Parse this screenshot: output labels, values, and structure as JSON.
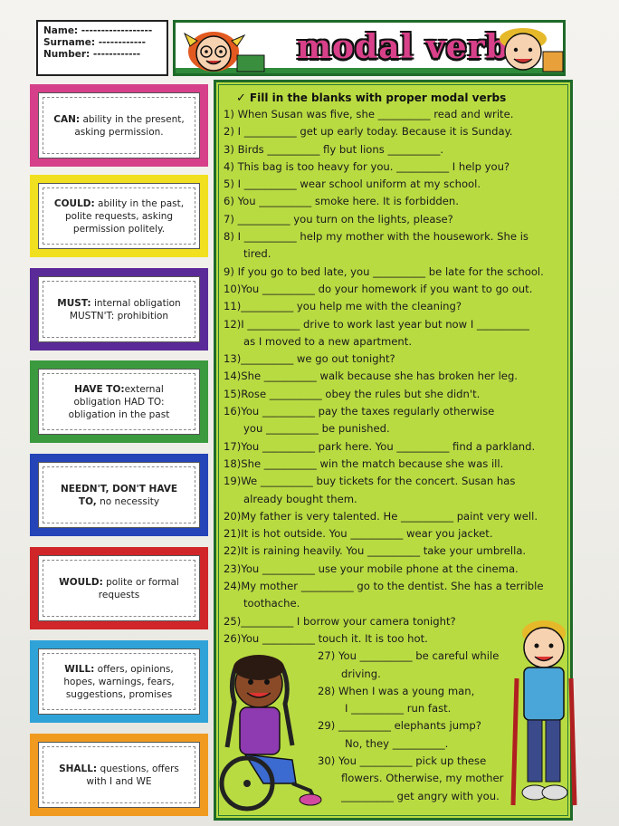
{
  "header": {
    "name_label": "Name: ------------------",
    "surname_label": "Surname: ------------",
    "number_label": "Number: ------------",
    "title": "modal verbs"
  },
  "cards": [
    {
      "id": "can",
      "border": "#d6408a",
      "strong": "CAN:",
      "text": " ability in the present, asking permission."
    },
    {
      "id": "could",
      "border": "#f1e01f",
      "strong": "COULD:",
      "text": " ability in the past, polite requests, asking permission politely."
    },
    {
      "id": "must",
      "border": "#5a2a98",
      "strong": "MUST:",
      "text": " internal obligation MUSTN'T: prohibition"
    },
    {
      "id": "have-to",
      "border": "#3b9a3e",
      "strong": "HAVE TO:",
      "text": "external obligation HAD TO: obligation in the past"
    },
    {
      "id": "neednt",
      "border": "#2444b8",
      "strong": "NEEDN'T, DON'T HAVE TO,",
      "text": " no necessity"
    },
    {
      "id": "would",
      "border": "#d0262a",
      "strong": "WOULD:",
      "text": " polite or formal requests"
    },
    {
      "id": "will",
      "border": "#2fa3d8",
      "strong": "WILL:",
      "text": " offers, opinions, hopes, warnings, fears, suggestions, promises"
    },
    {
      "id": "shall",
      "border": "#f09a20",
      "strong": "SHALL:",
      "text": " questions, offers with I and WE"
    }
  ],
  "exercise": {
    "title": "Fill in the blanks with proper modal verbs",
    "lines": [
      {
        "t": "1) When Susan was five, she __________ read and write.",
        "c": ""
      },
      {
        "t": "2) I __________ get up early today. Because it is Sunday.",
        "c": ""
      },
      {
        "t": "3) Birds __________ fly but lions __________.",
        "c": ""
      },
      {
        "t": "4) This bag is too heavy for you. __________ I help you?",
        "c": ""
      },
      {
        "t": "5) I __________ wear school uniform at my school.",
        "c": ""
      },
      {
        "t": "6) You __________ smoke here. It is forbidden.",
        "c": ""
      },
      {
        "t": "7) __________ you turn on the lights, please?",
        "c": ""
      },
      {
        "t": "8) I __________ help my mother with the housework. She is",
        "c": ""
      },
      {
        "t": "tired.",
        "c": "ind"
      },
      {
        "t": "9) If you go to bed late, you __________ be late for the school.",
        "c": ""
      },
      {
        "t": "10)You __________ do your homework if you want to go out.",
        "c": ""
      },
      {
        "t": "11)__________ you help me with the cleaning?",
        "c": ""
      },
      {
        "t": "12)I __________ drive to work last year but now I __________",
        "c": ""
      },
      {
        "t": "as I moved to a new apartment.",
        "c": "ind"
      },
      {
        "t": "13)__________ we go out tonight?",
        "c": ""
      },
      {
        "t": "14)She __________ walk because she has broken her leg.",
        "c": ""
      },
      {
        "t": "15)Rose __________ obey the rules but she didn't.",
        "c": ""
      },
      {
        "t": "16)You __________ pay the taxes regularly otherwise",
        "c": ""
      },
      {
        "t": "you __________ be punished.",
        "c": "ind"
      },
      {
        "t": "17)You __________ park here. You __________ find a parkland.",
        "c": ""
      },
      {
        "t": "18)She __________ win the match because she was ill.",
        "c": ""
      },
      {
        "t": "19)We __________ buy tickets for the concert. Susan has",
        "c": ""
      },
      {
        "t": "already bought them.",
        "c": "ind"
      },
      {
        "t": "20)My father is very talented. He __________ paint very well.",
        "c": ""
      },
      {
        "t": "21)It is hot outside. You __________ wear you jacket.",
        "c": ""
      },
      {
        "t": "22)It is raining heavily. You __________ take your umbrella.",
        "c": ""
      },
      {
        "t": "23)You __________ use your mobile phone at the cinema.",
        "c": ""
      },
      {
        "t": "24)My mother __________ go to the dentist. She has a terrible",
        "c": ""
      },
      {
        "t": "toothache.",
        "c": "ind"
      },
      {
        "t": "25)__________ I borrow your camera tonight?",
        "c": ""
      },
      {
        "t": "26)You __________ touch it. It is too hot.",
        "c": ""
      },
      {
        "t": "27) You __________ be careful while",
        "c": "ind4"
      },
      {
        "t": "driving.",
        "c": "ind5"
      },
      {
        "t": "28)  When I was a young man,",
        "c": "ind4"
      },
      {
        "t": "I __________ run fast.",
        "c": "ind3"
      },
      {
        "t": "29) __________ elephants jump?",
        "c": "ind4"
      },
      {
        "t": "No, they __________.",
        "c": "ind3"
      },
      {
        "t": "30) You __________ pick up these",
        "c": "ind4"
      },
      {
        "t": "flowers. Otherwise, my mother",
        "c": "ind5"
      },
      {
        "t": "__________ get angry with you.",
        "c": "ind5"
      }
    ]
  },
  "colors": {
    "panel_green": "#b9db42",
    "dark_green": "#1f6a2a",
    "title_pink": "#d9408a"
  },
  "icons": [
    "checkmark-icon",
    "girl-head-icon",
    "boy-head-icon",
    "girl-wheelchair-icon",
    "boy-crutches-icon"
  ]
}
